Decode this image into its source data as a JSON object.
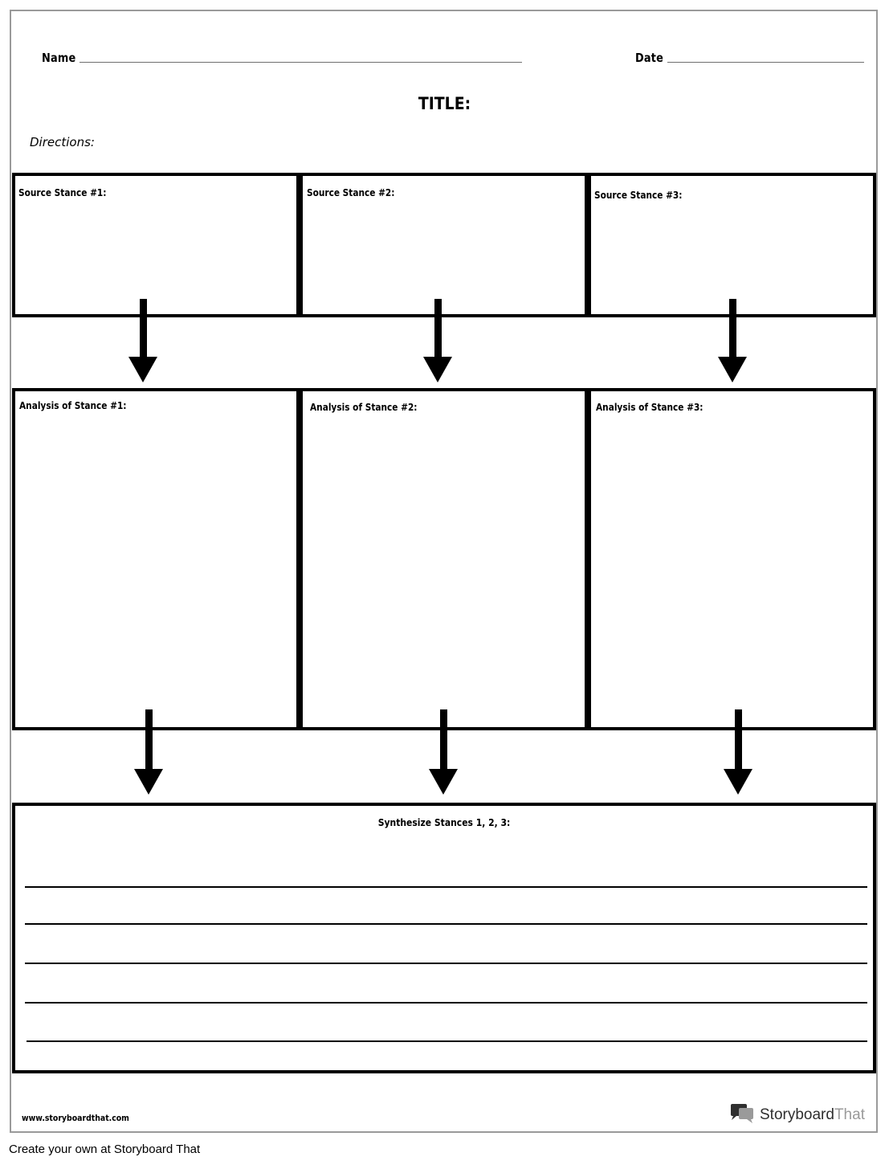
{
  "header": {
    "name_label": "Name",
    "date_label": "Date",
    "title": "TITLE:",
    "directions": "Directions:"
  },
  "source_boxes": [
    {
      "label": "Source Stance #1:"
    },
    {
      "label": "Source Stance #2:"
    },
    {
      "label": "Source Stance #3:"
    }
  ],
  "analysis_boxes": [
    {
      "label": "Analysis of Stance #1:"
    },
    {
      "label": "Analysis of Stance #2:"
    },
    {
      "label": "Analysis of Stance #3:"
    }
  ],
  "synthesis": {
    "label": "Synthesize Stances 1, 2, 3:",
    "line_count": 5
  },
  "footer": {
    "url": "www.storyboardthat.com",
    "logo_word_1": "Storyboard",
    "logo_word_2": "That",
    "logo_icon": "speech-bubbles-icon"
  },
  "credit": "Create your own at Storyboard That",
  "colors": {
    "frame": "#9a9a9a",
    "ink": "#000000",
    "logo_dark": "#2f2f2f",
    "logo_light": "#9a9a9a"
  }
}
